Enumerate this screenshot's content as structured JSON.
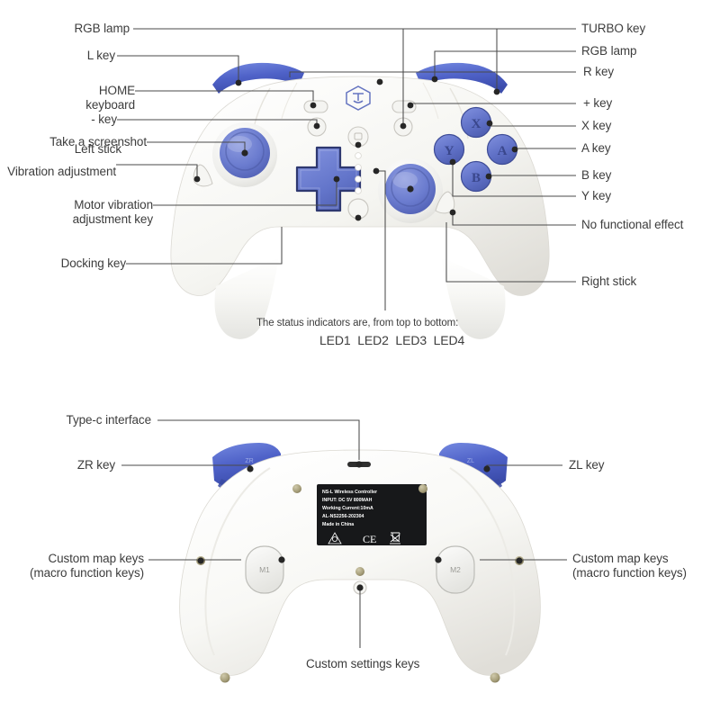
{
  "page": {
    "title": "Wireless Game Controller Annotated Diagram",
    "background": "#ffffff",
    "text_color": "#3d3d3d",
    "leader_color": "#4a4a4a",
    "accent_blue": "#6678cc",
    "shoulder_blue": "#4a5fc8",
    "body_white": "#f7f7f5"
  },
  "front_view": {
    "name": "controller-front-view",
    "left_labels": [
      {
        "id": "rgb-lamp-left",
        "text": "RGB lamp"
      },
      {
        "id": "l-key",
        "text": "L key"
      },
      {
        "id": "home-keyboard",
        "text": "HOME\nkeyboard"
      },
      {
        "id": "minus-key",
        "text": "- key"
      },
      {
        "id": "take-a-screenshot",
        "text": "Take a screenshot"
      },
      {
        "id": "left-stick",
        "text": "Left stick"
      },
      {
        "id": "vibration-adjustment",
        "text": "Vibration adjustment"
      },
      {
        "id": "motor-vibration-adjustment-key",
        "text": "Motor vibration\nadjustment key"
      },
      {
        "id": "docking-key",
        "text": "Docking key"
      }
    ],
    "right_labels": [
      {
        "id": "turbo-key",
        "text": "TURBO key"
      },
      {
        "id": "rgb-lamp-right",
        "text": "RGB lamp"
      },
      {
        "id": "r-key",
        "text": "R key"
      },
      {
        "id": "plus-key",
        "text": "+ key"
      },
      {
        "id": "x-key",
        "text": "X key"
      },
      {
        "id": "a-key",
        "text": "A key"
      },
      {
        "id": "b-key",
        "text": "B key"
      },
      {
        "id": "y-key",
        "text": "Y key"
      },
      {
        "id": "no-functional-effect",
        "text": "No functional effect"
      },
      {
        "id": "right-stick",
        "text": "Right stick"
      }
    ],
    "status_note": {
      "line1": "The status indicators are, from top to bottom:",
      "line2": "LED1  LED2  LED3  LED4"
    },
    "face_buttons": [
      {
        "id": "x-button",
        "glyph": "X"
      },
      {
        "id": "a-button",
        "glyph": "A"
      },
      {
        "id": "b-button",
        "glyph": "B"
      },
      {
        "id": "y-button",
        "glyph": "Y"
      }
    ]
  },
  "back_view": {
    "name": "controller-back-view",
    "left_labels": [
      {
        "id": "type-c-interface",
        "text": "Type-c interface"
      },
      {
        "id": "zr-key",
        "text": "ZR key"
      },
      {
        "id": "custom-map-keys-left",
        "text": "Custom map keys\n(macro function keys)"
      }
    ],
    "right_labels": [
      {
        "id": "zl-key",
        "text": "ZL key"
      },
      {
        "id": "custom-map-keys-right",
        "text": "Custom map keys\n(macro function keys)"
      }
    ],
    "bottom_labels": [
      {
        "id": "custom-settings-keys",
        "text": "Custom settings keys"
      }
    ],
    "macro_buttons": [
      {
        "id": "m1-button",
        "label": "M1"
      },
      {
        "id": "m2-button",
        "label": "M2"
      }
    ],
    "trigger_labels": [
      {
        "id": "zr-trigger-text",
        "text": "ZR"
      },
      {
        "id": "zl-trigger-text",
        "text": "ZL"
      }
    ],
    "spec_label": {
      "line1": "NS-L Wireless Controller",
      "line2": "INPUT:  DC 5V 800MAH",
      "line3": "Working Current:10mA",
      "line4": "AL-NS2256-202304",
      "line5": "Made in China",
      "marks": [
        "recycle-triangle-icon",
        "ce-mark-icon",
        "weee-bin-icon"
      ]
    }
  }
}
